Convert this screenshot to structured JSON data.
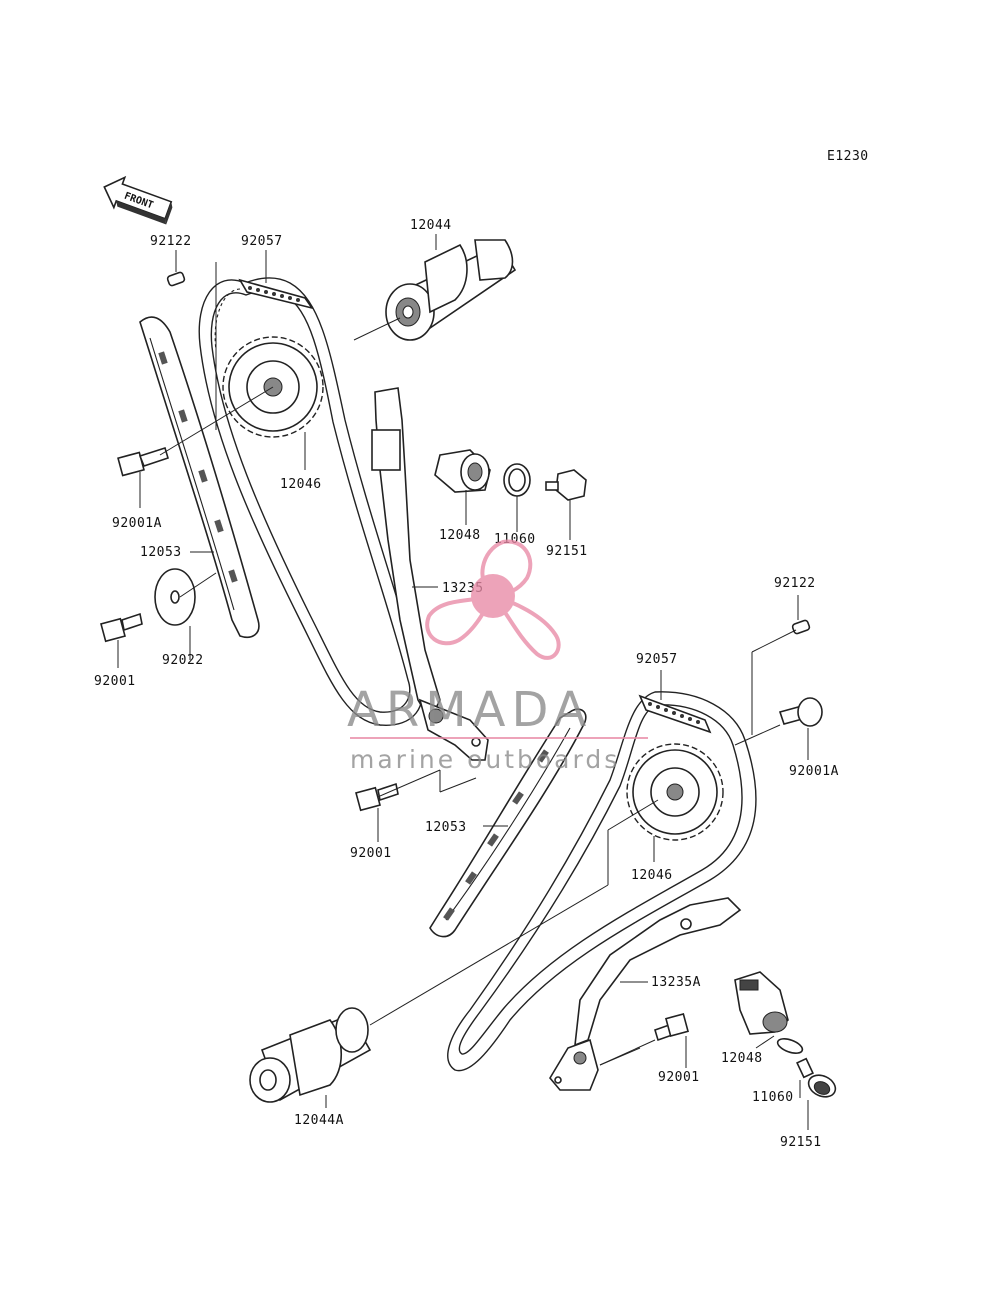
{
  "diagram": {
    "code": "E1230",
    "front_label": "FRONT",
    "parts": {
      "dowel_upper": "92122",
      "chain_guide_top_upper": "92057",
      "camshaft_upper": "12044",
      "sprocket_upper": "12046",
      "bolt_flange_upper": "92001A",
      "guide_upper_left": "12053",
      "bolt_upper": "92001",
      "washer": "92022",
      "tensioner_upper": "12048",
      "gasket_upper": "11060",
      "bolt_tensioner_upper": "92151",
      "chain_upper": "13235",
      "dowel_lower": "92122",
      "chain_guide_top_lower": "92057",
      "bolt_flange_lower": "92001A",
      "guide_lower": "12053",
      "bolt_mid": "92001",
      "sprocket_lower": "12046",
      "chain_lower": "13235A",
      "tensioner_lower": "12048",
      "bolt_lower_right": "92001",
      "gasket_lower": "11060",
      "bolt_tensioner_lower": "92151",
      "camshaft_lower": "12044A"
    }
  },
  "watermark": {
    "brand": "ARMADA",
    "tagline": "marine outboards",
    "colors": {
      "pink": "#e88aa6",
      "gray": "#8a8a8a"
    }
  }
}
